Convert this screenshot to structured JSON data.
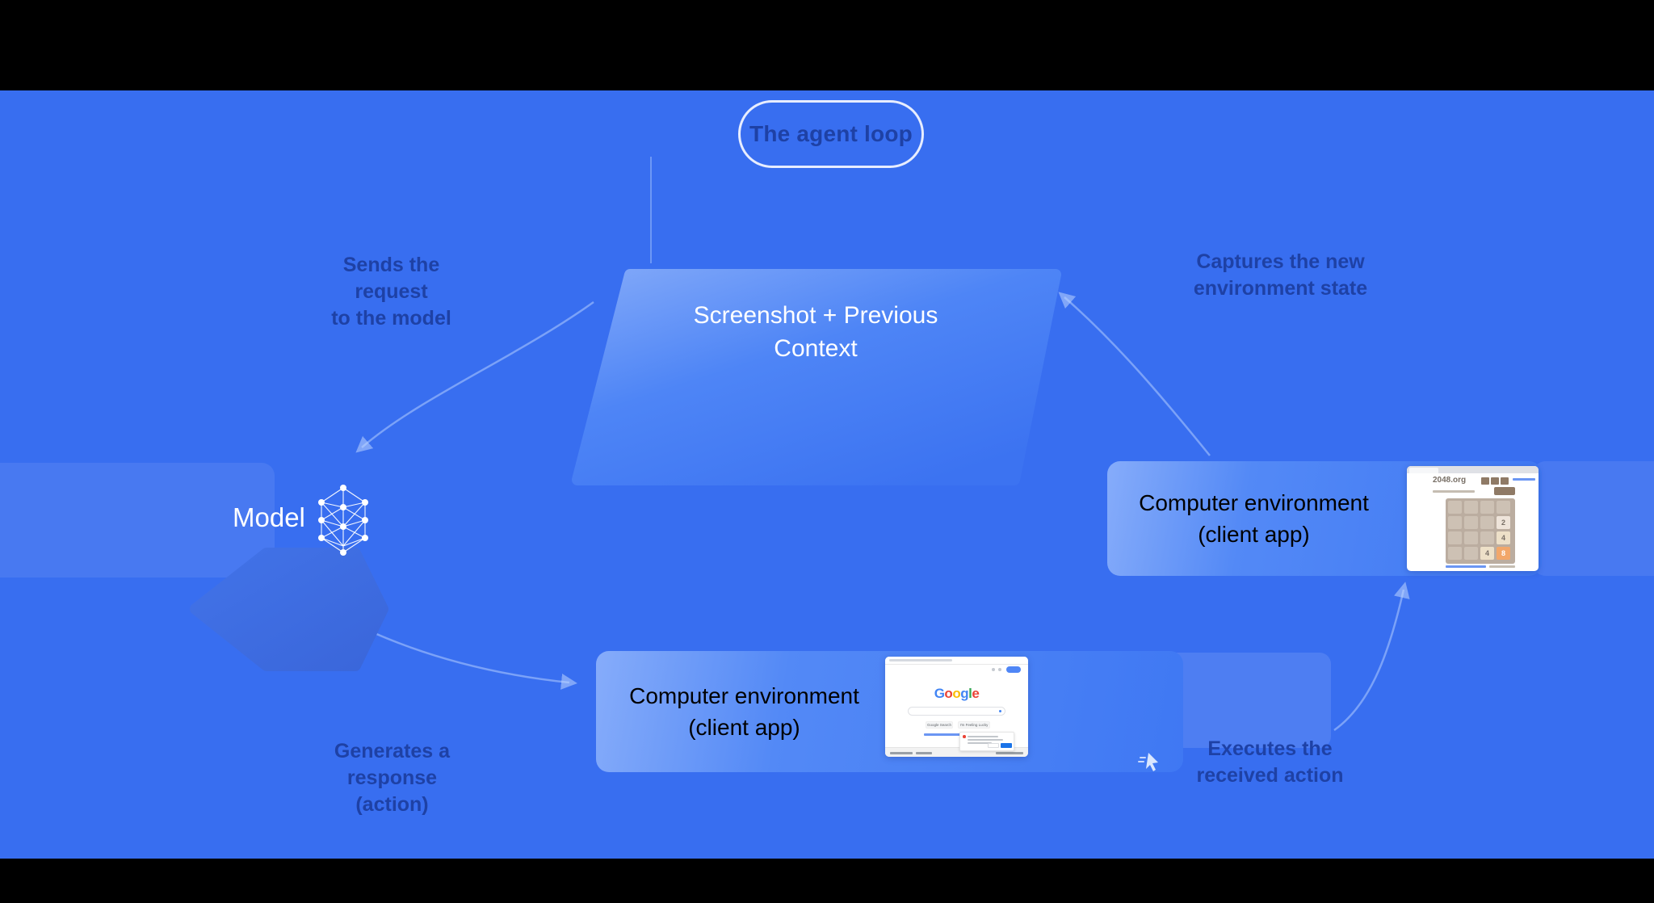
{
  "diagram": {
    "title": "The agent loop",
    "nodes": {
      "context": {
        "label": "Screenshot + Previous Context"
      },
      "model": {
        "label": "Model",
        "icon": "neural-network-icon"
      },
      "env_right": {
        "label": "Computer environment (client app)"
      },
      "env_bottom": {
        "label": "Computer environment (client app)"
      }
    },
    "edges": {
      "send": {
        "line1": "Sends the request",
        "line2": "to the model"
      },
      "generate": {
        "line1": "Generates a",
        "line2": "response (action)"
      },
      "execute": {
        "line1": "Executes the",
        "line2": "received action",
        "icon": "cursor-icon"
      },
      "capture": {
        "line1": "Captures the new",
        "line2": "environment state"
      }
    },
    "colors": {
      "background": "#386EF0",
      "shape_gradient_light": "#86ACFA",
      "shape_gradient_dark": "#3F78F3",
      "model_fill": "#3F6EE3",
      "label_navy": "#1E41A5",
      "pill_border": "#FFFFFF",
      "node_text": "#FFFFFF"
    }
  },
  "thumbnails": {
    "game_2048": {
      "site_title": "2048.org",
      "tiles": [
        {
          "value": "2",
          "row": 2,
          "col": 4
        },
        {
          "value": "4",
          "row": 3,
          "col": 4
        },
        {
          "value": "4",
          "row": 4,
          "col": 3
        },
        {
          "value": "8",
          "row": 4,
          "col": 4
        }
      ],
      "tile_colors": {
        "2": "#EEE4DA",
        "4": "#EDE0C8",
        "8": "#F2A76A"
      },
      "board_color": "#BBADA0"
    },
    "google": {
      "logo_letters": [
        "G",
        "o",
        "o",
        "g",
        "l",
        "e"
      ],
      "logo_colors": [
        "#4285F4",
        "#EA4335",
        "#FBBC05",
        "#4285F4",
        "#34A853",
        "#EA4335"
      ],
      "search_button": "Google Search",
      "lucky_button": "I'm Feeling Lucky",
      "signin_color": "#4F86F6",
      "dialog_button_color": "#1A73E8"
    }
  }
}
